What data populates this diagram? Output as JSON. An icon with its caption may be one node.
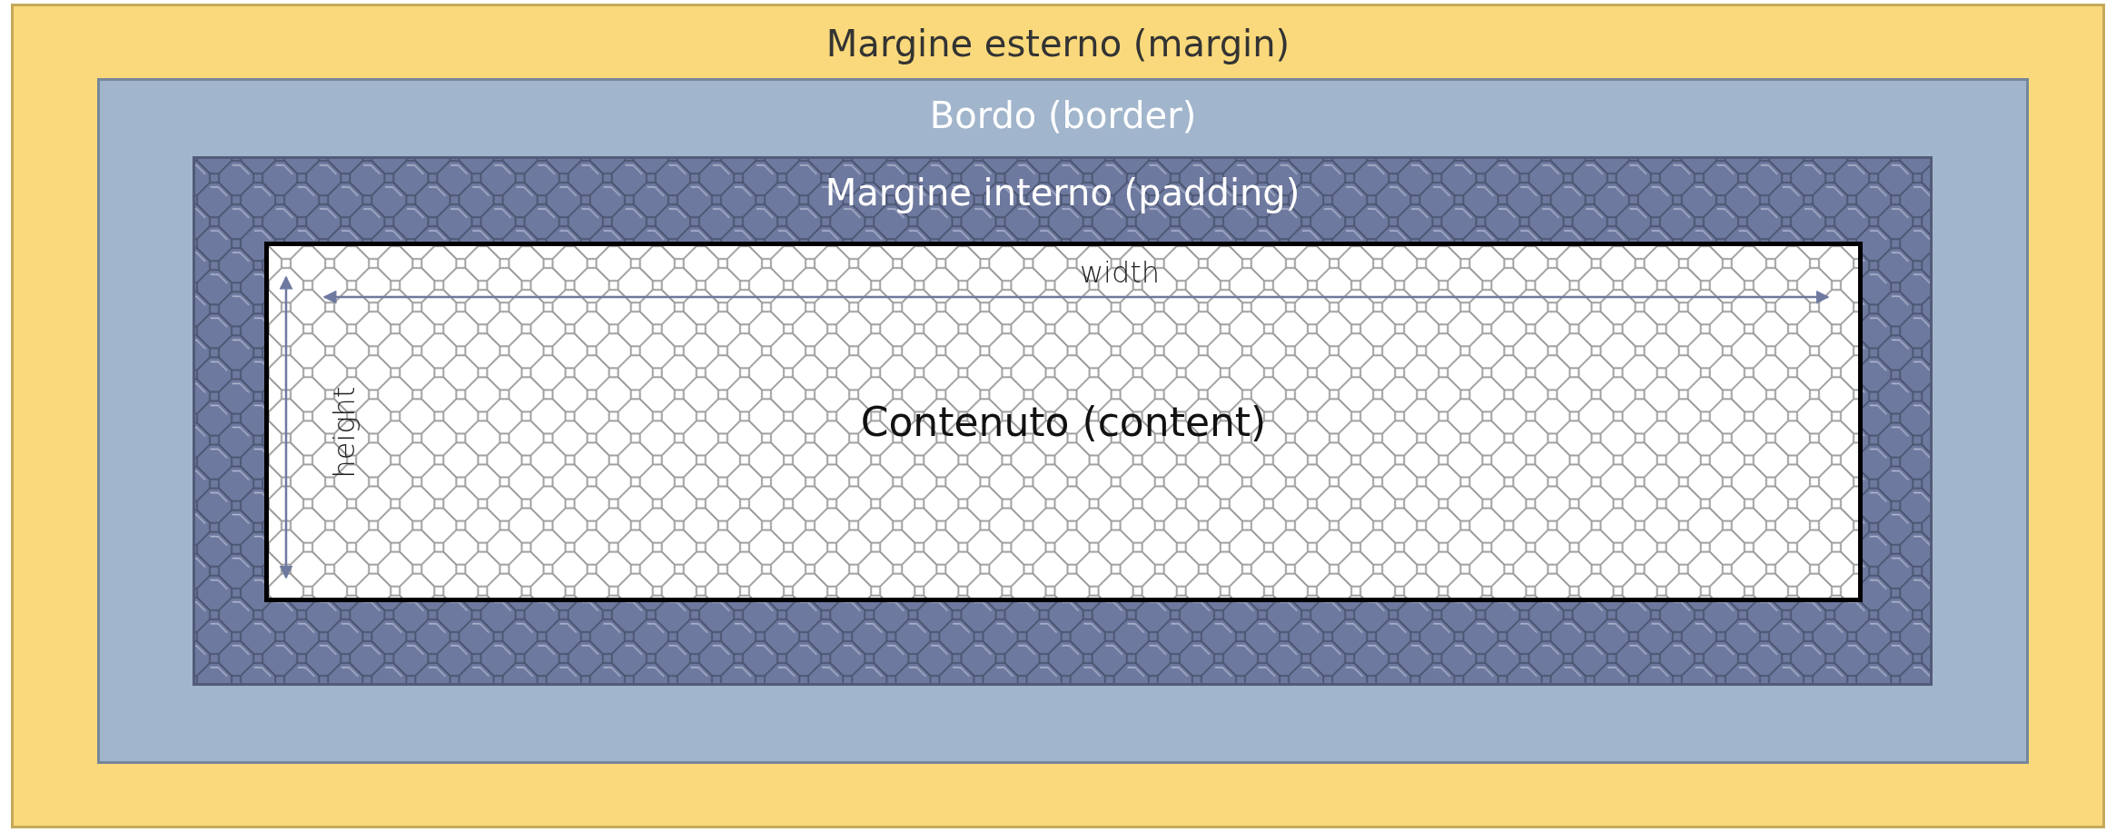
{
  "diagram": {
    "nodes": [
      {
        "text": [
          "Margine esterno (margin)"
        ]
      },
      {
        "text": [
          "Bordo (border)"
        ],
        "in": 0
      },
      {
        "text": [
          "Margine interno (padding)"
        ],
        "in": 1
      },
      {
        "text": [
          "Contenuto (content)"
        ],
        "in": 2
      }
    ],
    "labels": [
      "width",
      "height"
    ]
  }
}
